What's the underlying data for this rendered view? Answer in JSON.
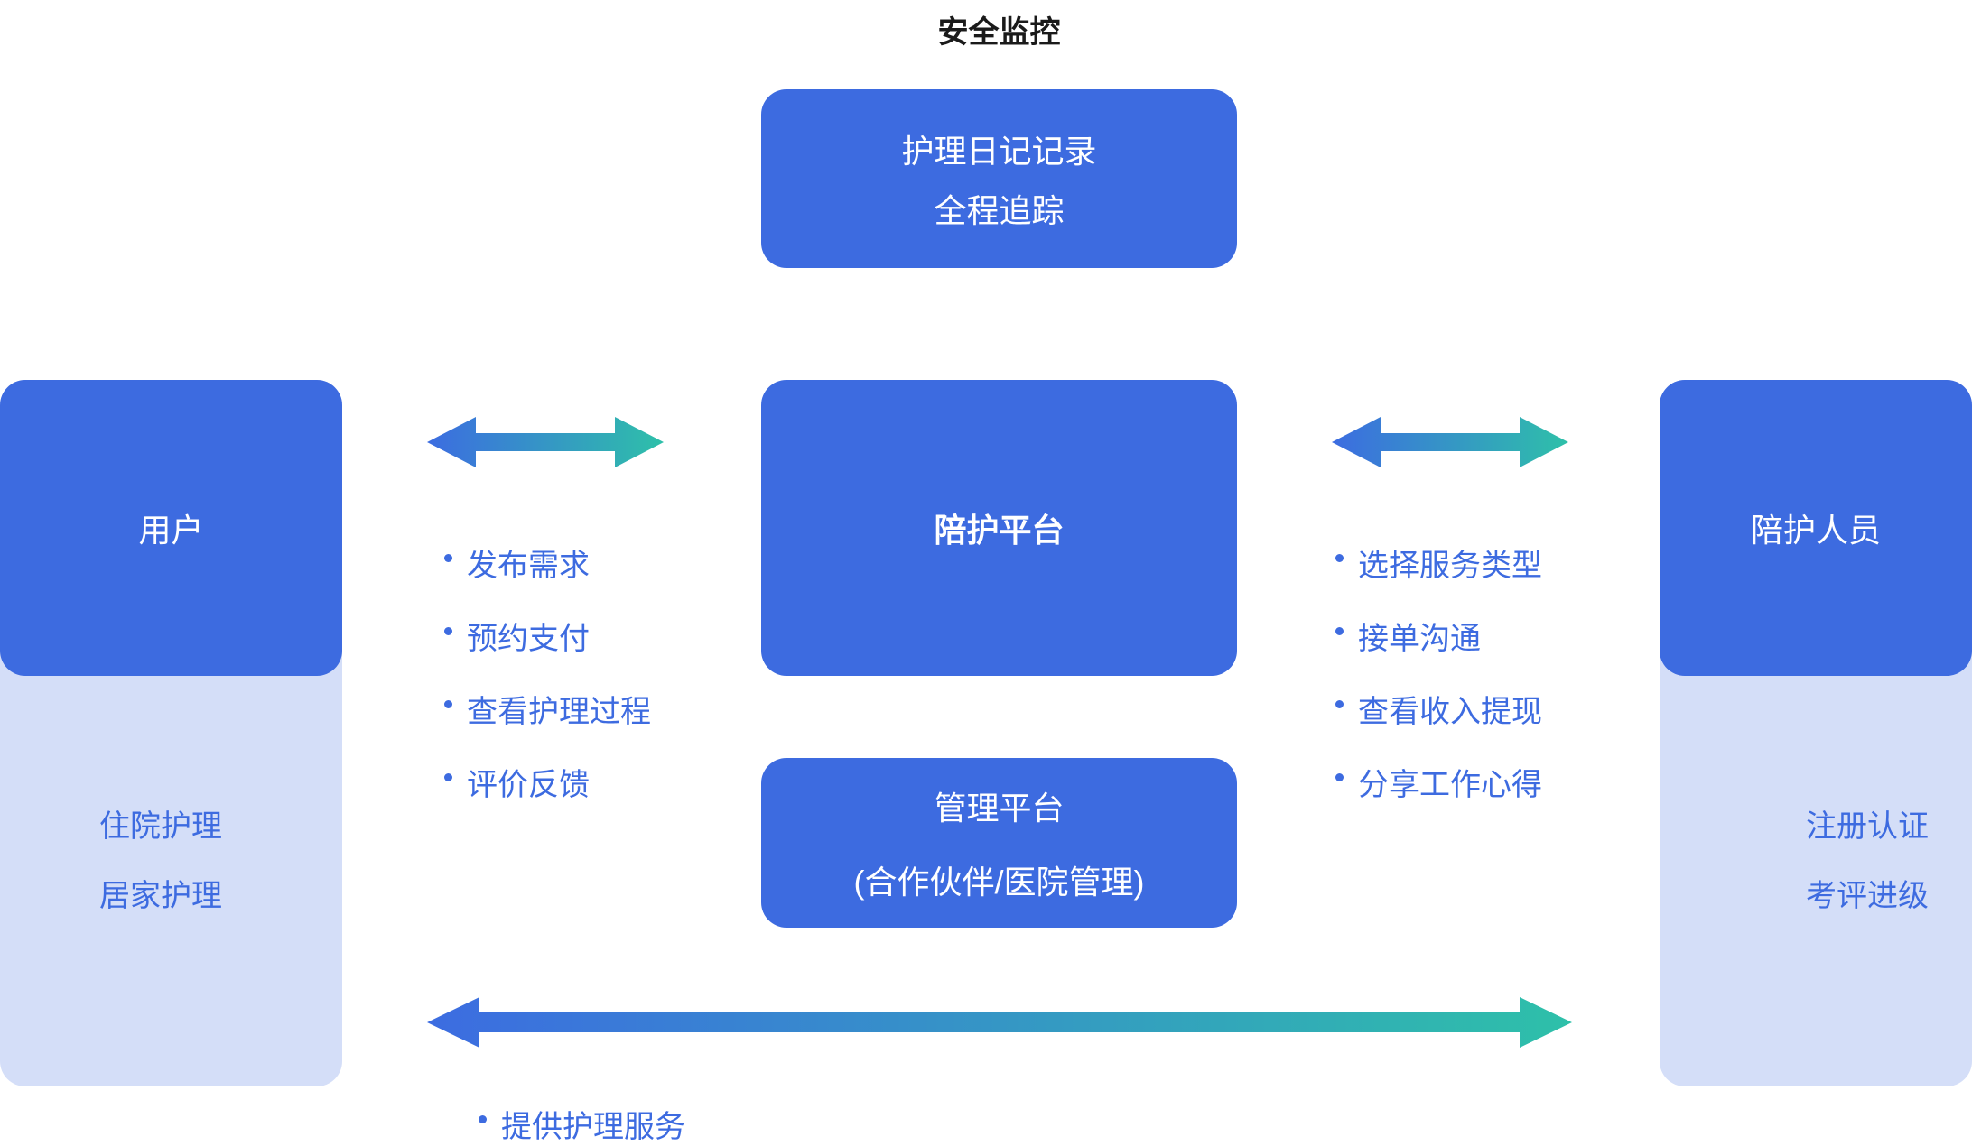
{
  "title": "安全监控",
  "nodes": {
    "top": {
      "lines": [
        "护理日记记录",
        "全程追踪"
      ]
    },
    "center": {
      "label": "陪护平台"
    },
    "admin": {
      "lines": [
        "管理平台",
        "(合作伙伴/医院管理)"
      ]
    },
    "left": {
      "label": "用户",
      "sub_items": [
        "住院护理",
        "居家护理"
      ]
    },
    "right": {
      "label": "陪护人员",
      "sub_items": [
        "注册认证",
        "考评进级"
      ]
    }
  },
  "lists": {
    "user_actions": [
      "发布需求",
      "预约支付",
      "查看护理过程",
      "评价反馈"
    ],
    "caregiver_actions": [
      "选择服务类型",
      "接单沟通",
      "查看收入提现",
      "分享工作心得"
    ],
    "bottom_actions": [
      "提供护理服务"
    ]
  },
  "colors": {
    "primary_blue": "#3d6be0",
    "light_blue": "#d4def8",
    "teal": "#2ec0a9",
    "title_text": "#1a1a1a"
  }
}
